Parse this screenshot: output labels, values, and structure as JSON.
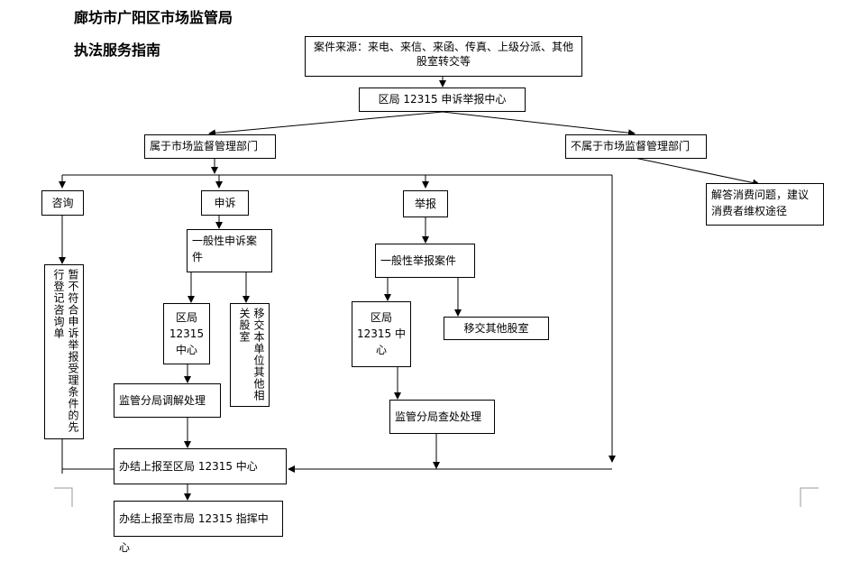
{
  "header": {
    "line1": "廊坊市广阳区市场监管局",
    "line2": "执法服务指南"
  },
  "nodes": {
    "source": "案件来源：来电、来信、来函、传真、上级分派、其他股室转交等",
    "center": "区局 12315 申诉举报中心",
    "belongs": "属于市场监督管理部门",
    "not_belongs": "不属于市场监督管理部门",
    "answer": "解答消费问题，建议消费者维权途径",
    "consult": "咨询",
    "complaint": "申诉",
    "report": "举报",
    "consult_detail": "暂不符合申诉举报受理条件的先行登记咨询单",
    "general_complaint": "一般性申诉案件",
    "complaint_center": "区局 12315 中心",
    "transfer_unit": "移交本单位其他相关股室",
    "mediation": "监管分局调解处理",
    "general_report": "一般性举报案件",
    "report_center": "区局 12315 中心",
    "transfer_other": "移交其他股室",
    "investigate": "监管分局查处处理",
    "report_district": "办结上报至区局 12315 中心",
    "report_city": "办结上报至市局 12315 指挥中心"
  }
}
